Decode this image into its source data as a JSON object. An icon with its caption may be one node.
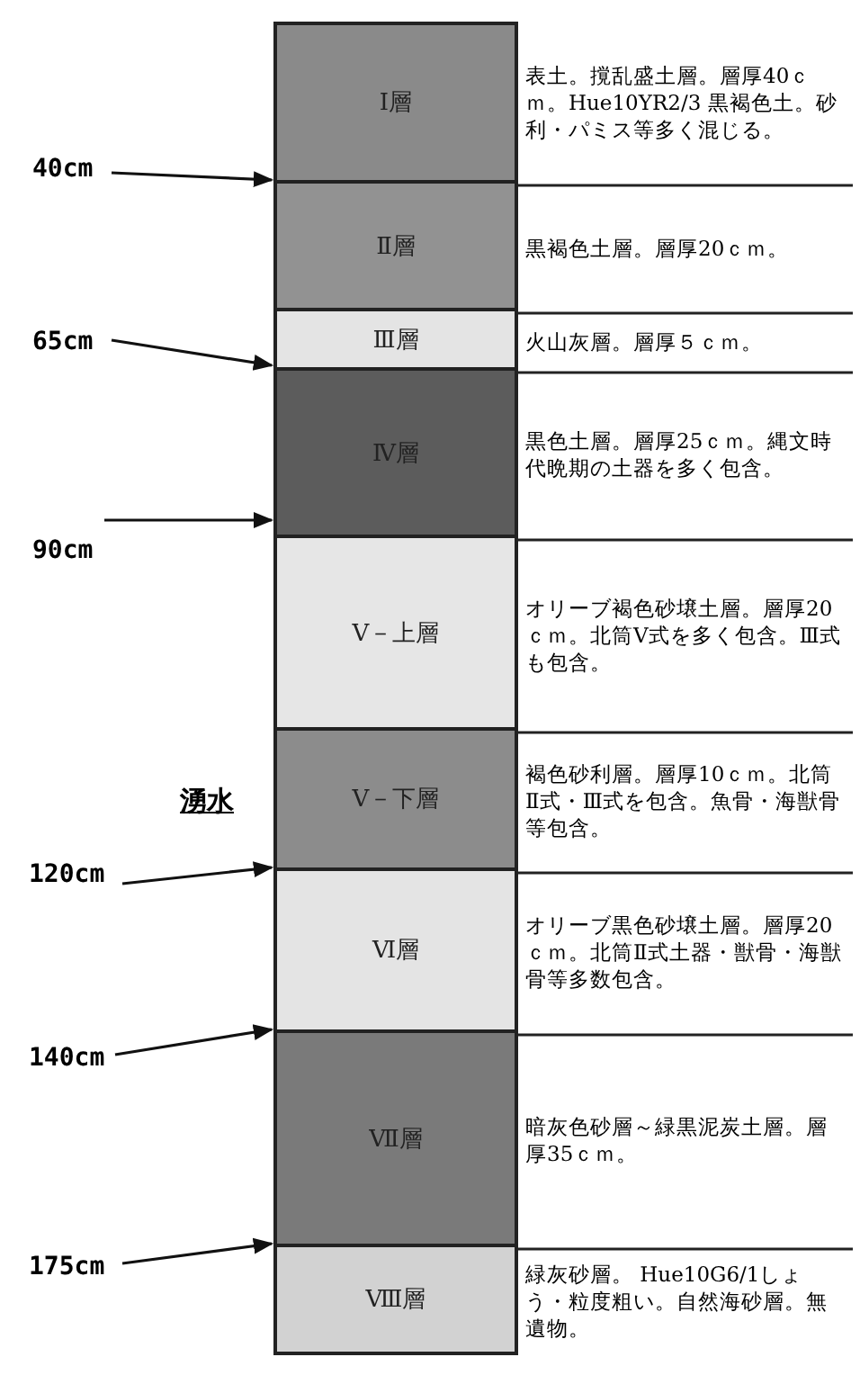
{
  "diagram": {
    "nodes": [
      {
        "text": [
          "Ⅰ層"
        ],
        "beside": [
          "表土。撹乱盛土層。層厚40ｃｍ。Hue10YR2/3 黒褐色土。砂利・パミス等多く混じる。"
        ]
      },
      {
        "text": [
          "Ⅱ層"
        ],
        "beside": [
          "黒褐色土層。層厚20ｃｍ。"
        ]
      },
      {
        "text": [
          "Ⅲ層"
        ],
        "beside": [
          "火山灰層。層厚５ｃｍ。"
        ]
      },
      {
        "text": [
          "Ⅳ層"
        ],
        "beside": [
          "黒色土層。層厚25ｃｍ。縄文時代晩期の土器を多く包含。"
        ]
      },
      {
        "text": [
          "Ⅴ－上層"
        ],
        "beside": [
          "オリーブ褐色砂壌土層。層厚20ｃｍ。北筒Ⅴ式を多く包含。Ⅲ式も包含。"
        ]
      },
      {
        "text": [
          "Ⅴ－下層"
        ],
        "beside": [
          "褐色砂利層。層厚10ｃｍ。北筒Ⅱ式・Ⅲ式を包含。魚骨・海獣骨等包含。"
        ]
      },
      {
        "text": [
          "Ⅵ層"
        ],
        "beside": [
          "オリーブ黒色砂壌土層。層厚20ｃｍ。北筒Ⅱ式土器・獣骨・海獣骨等多数包含。"
        ]
      },
      {
        "text": [
          "Ⅶ層"
        ],
        "beside": [
          "暗灰色砂層～緑黒泥炭土層。層厚35ｃｍ。"
        ]
      },
      {
        "text": [
          "Ⅷ層"
        ],
        "beside": [
          "緑灰砂層。 Hue10G6/1しょう・粒度粗い。自然海砂層。無遺物。"
        ]
      },
      {
        "text": [
          "40cm"
        ]
      },
      {
        "text": [
          "65cm"
        ]
      },
      {
        "text": [
          "90cm"
        ]
      },
      {
        "text": [
          "120cm"
        ]
      },
      {
        "text": [
          "140cm"
        ]
      },
      {
        "text": [
          "175cm"
        ]
      }
    ],
    "edges": [
      {
        "from": 9,
        "to": 0,
        "arrow": "to"
      },
      {
        "from": 10,
        "to": 2,
        "arrow": "to"
      },
      {
        "from": 11,
        "to": 3,
        "arrow": "to"
      },
      {
        "from": 12,
        "to": 5,
        "arrow": "to"
      },
      {
        "from": 13,
        "to": 6,
        "arrow": "to"
      },
      {
        "from": 14,
        "to": 7,
        "arrow": "to"
      }
    ],
    "labels": [
      "湧水"
    ]
  }
}
